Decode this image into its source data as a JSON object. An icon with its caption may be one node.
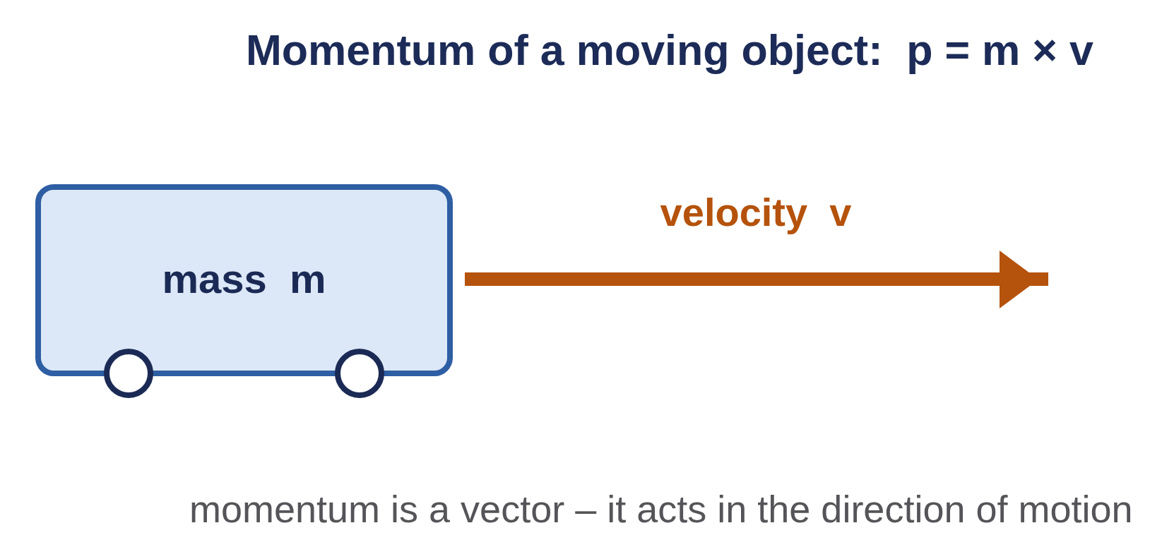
{
  "diagram": {
    "title": "Momentum of a moving object:  p = m × v",
    "nodes": [
      {
        "text": [
          "mass  m"
        ]
      }
    ],
    "labels": [
      "velocity  v"
    ],
    "caption": "momentum is a vector – it acts in the direction of motion"
  }
}
